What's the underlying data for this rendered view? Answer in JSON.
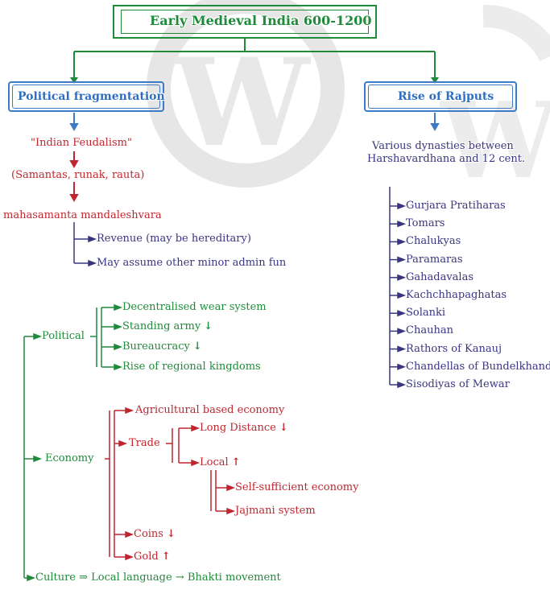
{
  "title": "Early Medieval India 600-1200",
  "left_branch": {
    "heading": "Political fragmentation",
    "step1": "\"Indian Feudalism\"",
    "step2": "(Samantas, runak, rauta)",
    "step3": "mahasamanta mandaleshvara",
    "sub1": "Revenue (may be hereditary)",
    "sub2": "May assume other minor admin fun"
  },
  "right_branch": {
    "heading": "Rise of Rajputs",
    "intro_line1": "Various dynasties between",
    "intro_line2": "Harshavardhana and 12   cent.",
    "dynasties": [
      "Gurjara Pratiharas",
      "Tomars",
      "Chalukyas",
      "Paramaras",
      "Gahadavalas",
      "Kachchhapaghatas",
      "Solanki",
      "Chauhan",
      "Rathors of Kanauj",
      "Chandellas of Bundelkhand",
      "Sisodiyas of Mewar"
    ]
  },
  "political": {
    "label": "Political",
    "items": [
      {
        "text": "Decentralised wear system",
        "arrow": ""
      },
      {
        "text": "Standing army",
        "arrow": "↓"
      },
      {
        "text": "Bureaucracy",
        "arrow": "↓"
      },
      {
        "text": "Rise of regional kingdoms",
        "arrow": ""
      }
    ]
  },
  "economy": {
    "label": "Economy",
    "agri": "Agricultural based economy",
    "trade": "Trade",
    "long_distance": "Long Distance",
    "long_distance_arrow": "↓",
    "local": "Local",
    "local_arrow": "↑",
    "self_sufficient": "Self-sufficient economy",
    "jajmani": "Jajmani system",
    "coins": "Coins",
    "coins_arrow": "↓",
    "gold": "Gold",
    "gold_arrow": "↑"
  },
  "culture": {
    "label": "Culture",
    "local_language": "Local language",
    "bhakti": "Bhakti movement",
    "sep": "⇒",
    "sep2": "→"
  },
  "colors": {
    "green": "#1f8a3a",
    "red": "#c0262f",
    "navy": "#3a3580",
    "blue": "#2f6fc0",
    "watermark": "#e6e6e6"
  }
}
